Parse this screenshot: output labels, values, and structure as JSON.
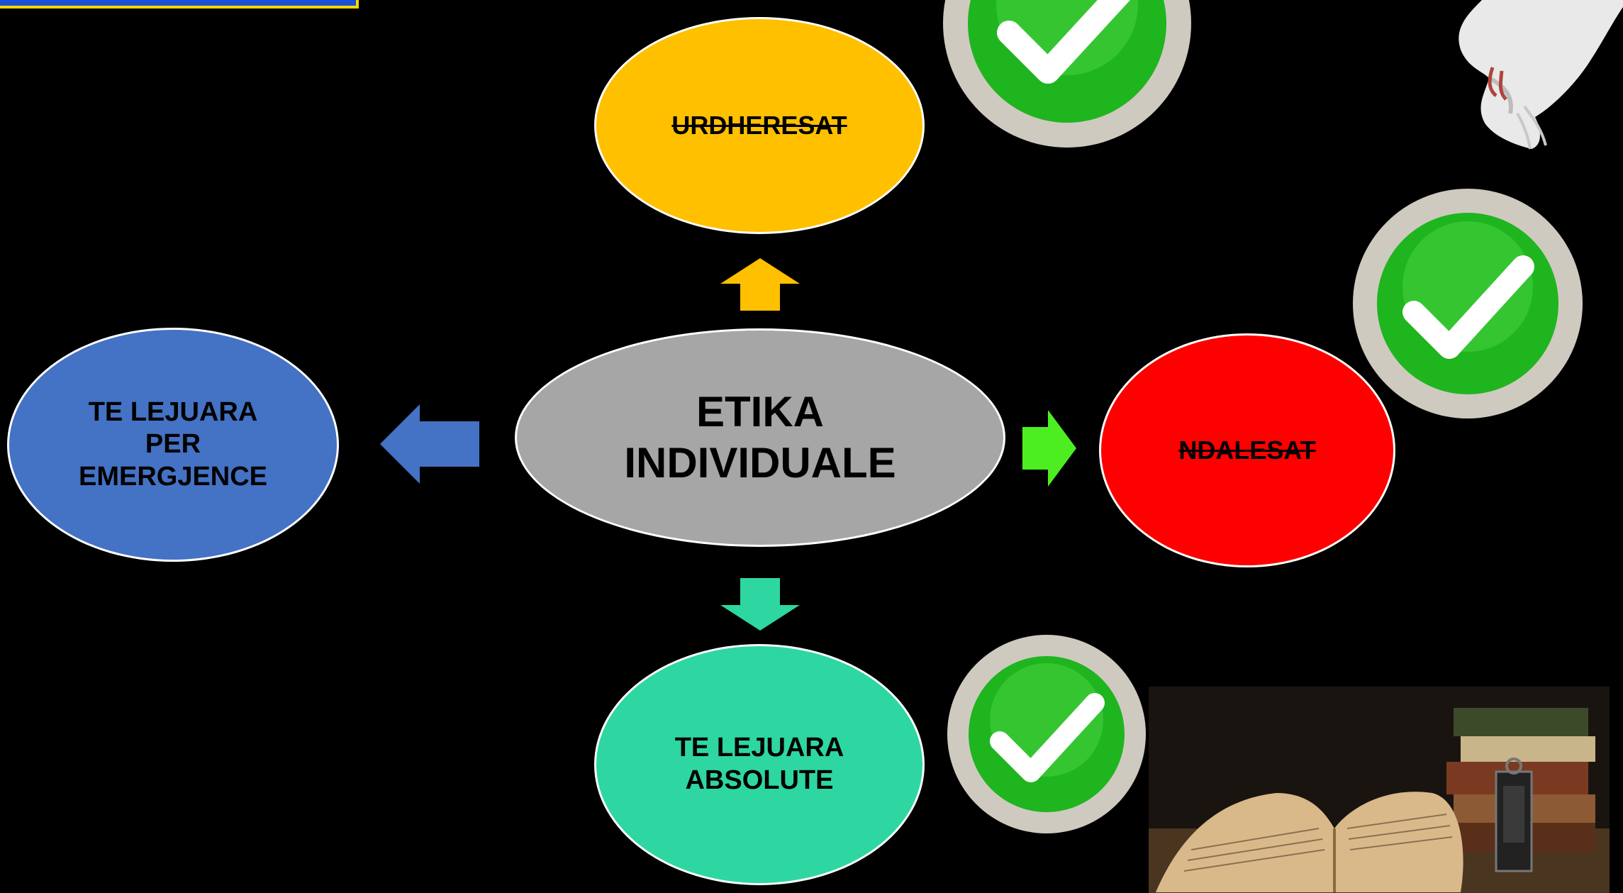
{
  "diagram": {
    "center": {
      "line1": "ETIKA",
      "line2": "INDIVIDUALE"
    },
    "top": {
      "label": "URDHERESAT",
      "struck": true
    },
    "right": {
      "label": "NDALESAT",
      "struck": true
    },
    "left": {
      "line1": "TE LEJUARA",
      "line2": "PER",
      "line3": "EMERGJENCE"
    },
    "bottom": {
      "line1": "TE LEJUARA",
      "line2": "ABSOLUTE"
    }
  },
  "colors": {
    "background": "#000000",
    "center": "#a6a6a6",
    "top": "#ffc000",
    "right": "#ff0000",
    "left": "#4472c4",
    "bottom": "#2ed6a2",
    "arrow_top": "#ffc000",
    "arrow_right": "#4cee22",
    "arrow_left": "#4472c4",
    "arrow_bottom": "#2ed6a2",
    "check_green": "#1fb51f",
    "check_ring": "#cfcac0"
  },
  "icons": [
    "check-icon",
    "dove-image",
    "books-image"
  ]
}
